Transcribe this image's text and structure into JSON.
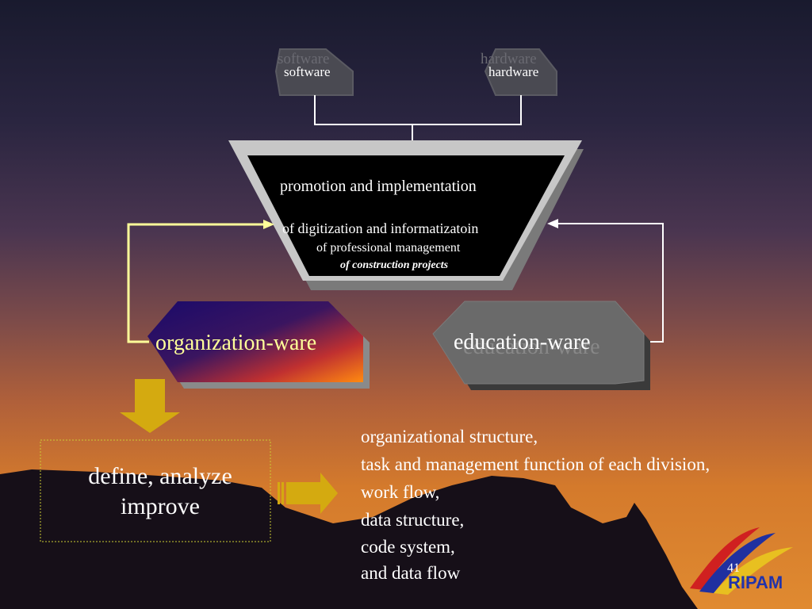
{
  "top_nodes": {
    "software": "software",
    "hardware": "hardware"
  },
  "funnel": {
    "line1": "promotion and implementation",
    "line2": "of digitization and informatizatoin",
    "line3": "of professional management",
    "line4": "of construction projects"
  },
  "wares": {
    "organization": "organization-ware",
    "education": "education-ware"
  },
  "define_box": {
    "line1": "define, analyze",
    "line2": "improve"
  },
  "details": [
    "organizational structure,",
    "task and management function of each division,",
    "work flow,",
    "data structure,",
    "code system,",
    "and data flow"
  ],
  "slide_number": "41",
  "logo_text": "RIPAM"
}
